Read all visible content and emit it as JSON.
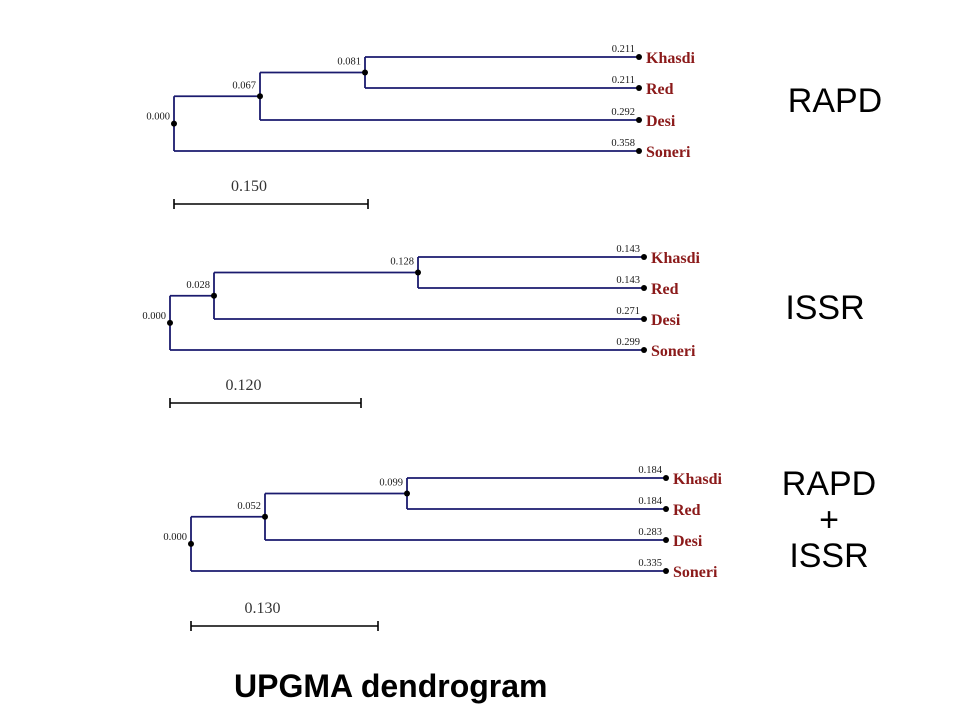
{
  "title": "UPGMA dendrogram",
  "panels": [
    {
      "label_lines": [
        "RAPD"
      ],
      "root": "0.000",
      "inner": "0.067",
      "pair": "0.081",
      "scale": "0.150",
      "leaves": [
        {
          "name": "Khasdi",
          "dist": "0.211"
        },
        {
          "name": "Red",
          "dist": "0.211"
        },
        {
          "name": "Desi",
          "dist": "0.292"
        },
        {
          "name": "Soneri",
          "dist": "0.358"
        }
      ]
    },
    {
      "label_lines": [
        "ISSR"
      ],
      "root": "0.000",
      "inner": "0.028",
      "pair": "0.128",
      "scale": "0.120",
      "leaves": [
        {
          "name": "Khasdi",
          "dist": "0.143"
        },
        {
          "name": "Red",
          "dist": "0.143"
        },
        {
          "name": "Desi",
          "dist": "0.271"
        },
        {
          "name": "Soneri",
          "dist": "0.299"
        }
      ]
    },
    {
      "label_lines": [
        "RAPD",
        "+",
        "ISSR"
      ],
      "root": "0.000",
      "inner": "0.052",
      "pair": "0.099",
      "scale": "0.130",
      "leaves": [
        {
          "name": "Khasdi",
          "dist": "0.184"
        },
        {
          "name": "Red",
          "dist": "0.184"
        },
        {
          "name": "Desi",
          "dist": "0.283"
        },
        {
          "name": "Soneri",
          "dist": "0.335"
        }
      ]
    }
  ],
  "colors": {
    "branch": "#1a1a6e",
    "taxon": "#8b1a1a"
  }
}
